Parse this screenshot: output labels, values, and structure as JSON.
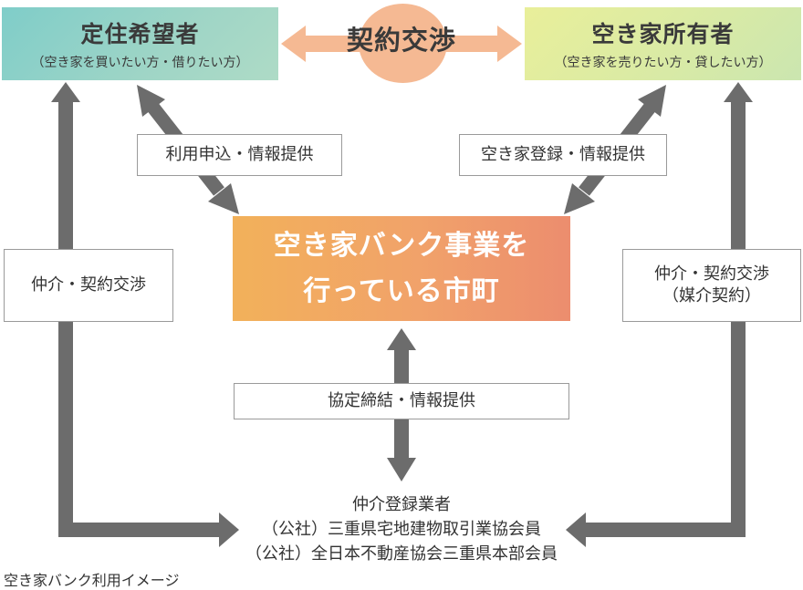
{
  "parties": {
    "seekers": {
      "title": "定住希望者",
      "subtitle": "（空き家を買いたい方・借りたい方）"
    },
    "owners": {
      "title": "空き家所有者",
      "subtitle": "（空き家を売りたい方・貸したい方）"
    },
    "center": {
      "line1": "空き家バンク事業を",
      "line2": "行っている市町"
    }
  },
  "contract": "契約交渉",
  "labels": {
    "left_flow": "利用申込・情報提供",
    "right_flow": "空き家登録・情報提供",
    "left_side": "仲介・契約交渉",
    "right_side_line1": "仲介・契約交渉",
    "right_side_line2": "（媒介契約）",
    "bottom_flow": "協定締結・情報提供"
  },
  "registered": {
    "heading": "仲介登録業者",
    "members": [
      "（公社）三重県宅地建物取引業協会員",
      "（公社）全日本不動産協会三重県本部会員"
    ]
  },
  "caption": "空き家バンク利用イメージ",
  "colors": {
    "arrow": "#6c6c6c",
    "contract_arrow": "#f5b993",
    "center_gradient_start": "#f2b15a",
    "center_gradient_end": "#ec8d6e",
    "seekers_fill": "#8fd1c7",
    "owners_fill": "#e3ed9f"
  }
}
